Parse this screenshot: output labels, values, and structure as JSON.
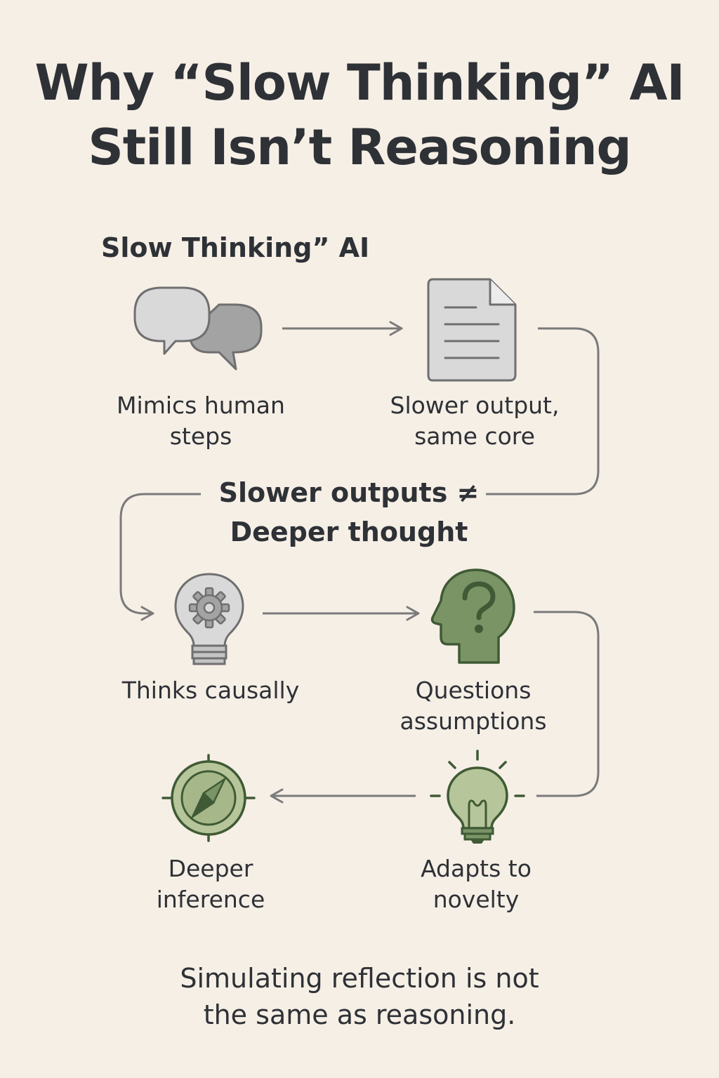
{
  "title": {
    "line1": "Why “Slow Thinking” AI",
    "line2": "Still Isn’t Reasoning"
  },
  "section_label": "Slow Thinking” AI",
  "steps": [
    {
      "line1": "Mimics human",
      "line2": "steps",
      "icon": "speech-bubbles-icon"
    },
    {
      "line1": "Slower output,",
      "line2": "same core",
      "icon": "document-icon"
    },
    {
      "line1": "Thinks causally",
      "line2": "",
      "icon": "gear-lightbulb-icon"
    },
    {
      "line1": "Questions",
      "line2": "assumptions",
      "icon": "head-question-icon"
    },
    {
      "line1": "Adapts to",
      "line2": "novelty",
      "icon": "glowing-lightbulb-icon"
    },
    {
      "line1": "Deeper",
      "line2": "inference",
      "icon": "compass-icon"
    }
  ],
  "middle_statement": {
    "line1": "Slower outputs ≠",
    "line2": "Deeper thought"
  },
  "footer": {
    "line1": "Simulating reflection is not",
    "line2": "the same as reasoning."
  },
  "colors": {
    "background": "#f6efe6",
    "text": "#2e3136",
    "gray_line": "#7a7a7a",
    "gray_fill": "#d9d9d9",
    "green_dark": "#3f5a34",
    "green_fill": "#7a9466",
    "green_light": "#b7c59a"
  }
}
